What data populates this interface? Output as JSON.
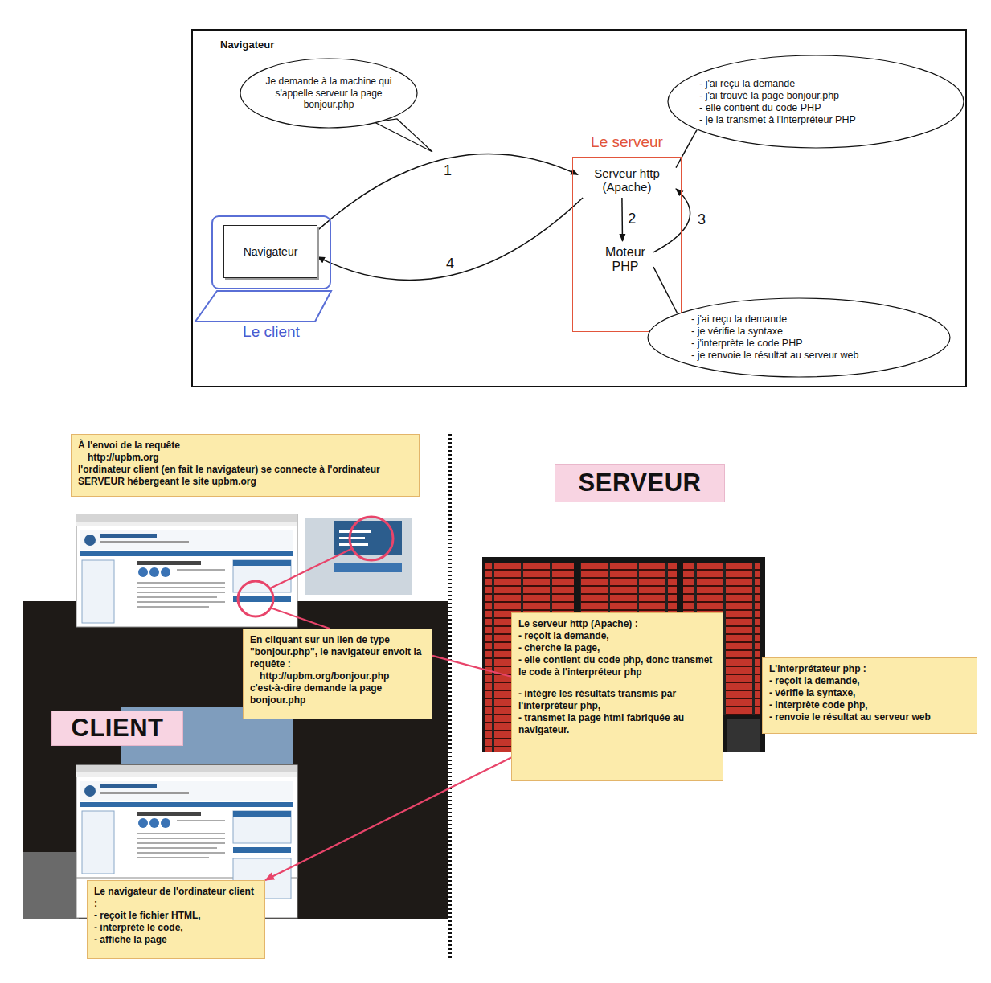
{
  "diagram": {
    "nodes": [
      {
        "text": [
          "Navigateur"
        ]
      },
      {
        "text": [
          "Je demande à la machine qui s'appelle serveur la page bonjour.php"
        ],
        "in": 0
      },
      {
        "text": [
          "- j'ai reçu la demande",
          "- j'ai trouvé la page bonjour.php",
          "- elle contient du code PHP",
          "- je la transmet à l'interpréteur PHP"
        ],
        "in": 0
      },
      {
        "text": [
          "Le serveur"
        ],
        "in": 0
      },
      {
        "text": [
          "Serveur http (Apache)"
        ],
        "in": 3
      },
      {
        "text": [
          "Moteur PHP"
        ],
        "in": 3
      },
      {
        "text": [
          "Le client"
        ],
        "in": 0
      },
      {
        "text": [
          "Navigateur"
        ],
        "in": 6
      },
      {
        "text": [
          "- j'ai reçu la demande",
          "- je vérifie la syntaxe",
          "- j'interprète le code PHP",
          "- je renvoie le résultat au serveur web"
        ],
        "in": 0
      },
      {
        "text": [
          "À l'envoi de la requête",
          "http://upbm.org",
          "l'ordinateur client (en fait le navigateur) se connecte à l'ordinateur SERVEUR hébergeant le site upbm.org"
        ]
      },
      {
        "text": [
          "SERVEUR"
        ]
      },
      {
        "text": [
          "En cliquant sur un lien de type \"bonjour.php\", le navigateur envoit la requête :",
          "http://upbm.org/bonjour.php",
          "c'est-à-dire demande la page bonjour.php"
        ]
      },
      {
        "text": [
          "Le serveur http (Apache) :",
          "- reçoit la demande,",
          "- cherche la page,",
          "- elle contient du code php, donc transmet le code à l'interpréteur php",
          "- intègre les résultats transmis par l'interpréteur php,",
          "- transmet la page html fabriquée au navigateur."
        ]
      },
      {
        "text": [
          "L'interprétateur php :",
          "- reçoit la demande,",
          "- vérifie la syntaxe,",
          "- interprète code php,",
          "- renvoie le résultat au serveur web"
        ]
      },
      {
        "text": [
          "CLIENT"
        ]
      },
      {
        "text": [
          "Le navigateur de l'ordinateur client :",
          "- reçoit le fichier HTML,",
          "- interprète le code,",
          "- affiche la page"
        ]
      }
    ],
    "edges": [
      {
        "from": 7,
        "to": 4,
        "label": "1",
        "arrow": "to"
      },
      {
        "from": 4,
        "to": 5,
        "label": "2",
        "arrow": "to"
      },
      {
        "from": 5,
        "to": 4,
        "label": "3",
        "arrow": "to"
      },
      {
        "from": 4,
        "to": 7,
        "label": "4",
        "arrow": "to"
      },
      {
        "from": 2,
        "to": 4,
        "arrow": "none"
      },
      {
        "from": 8,
        "to": 5,
        "arrow": "none"
      },
      {
        "from": 11,
        "to": 12,
        "arrow": "none"
      },
      {
        "from": 12,
        "to": 15,
        "arrow": "to"
      }
    ]
  }
}
